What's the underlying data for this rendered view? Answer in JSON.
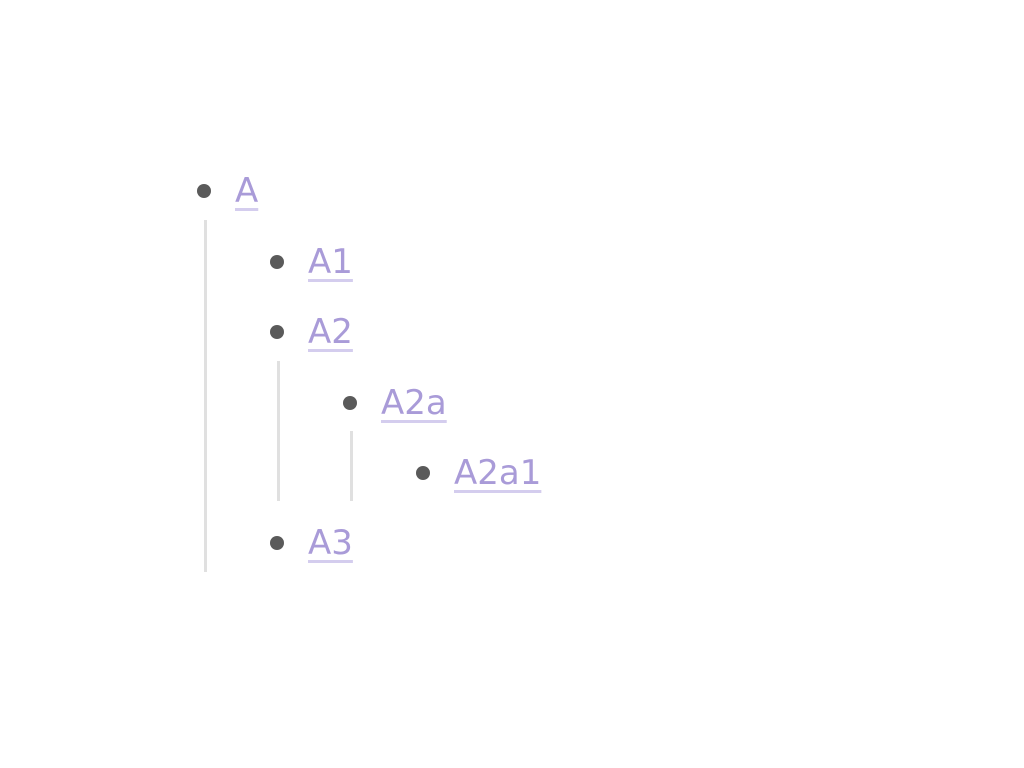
{
  "outline": {
    "items": [
      {
        "label": "A"
      },
      {
        "label": "A1"
      },
      {
        "label": "A2"
      },
      {
        "label": "A2a"
      },
      {
        "label": "A2a1"
      },
      {
        "label": "A3"
      }
    ]
  },
  "colors": {
    "link": "#a99bd8",
    "link_underline": "#d4cdee",
    "bullet": "#5a5a5a",
    "guide_line": "#e0e0e0",
    "background": "#ffffff"
  }
}
